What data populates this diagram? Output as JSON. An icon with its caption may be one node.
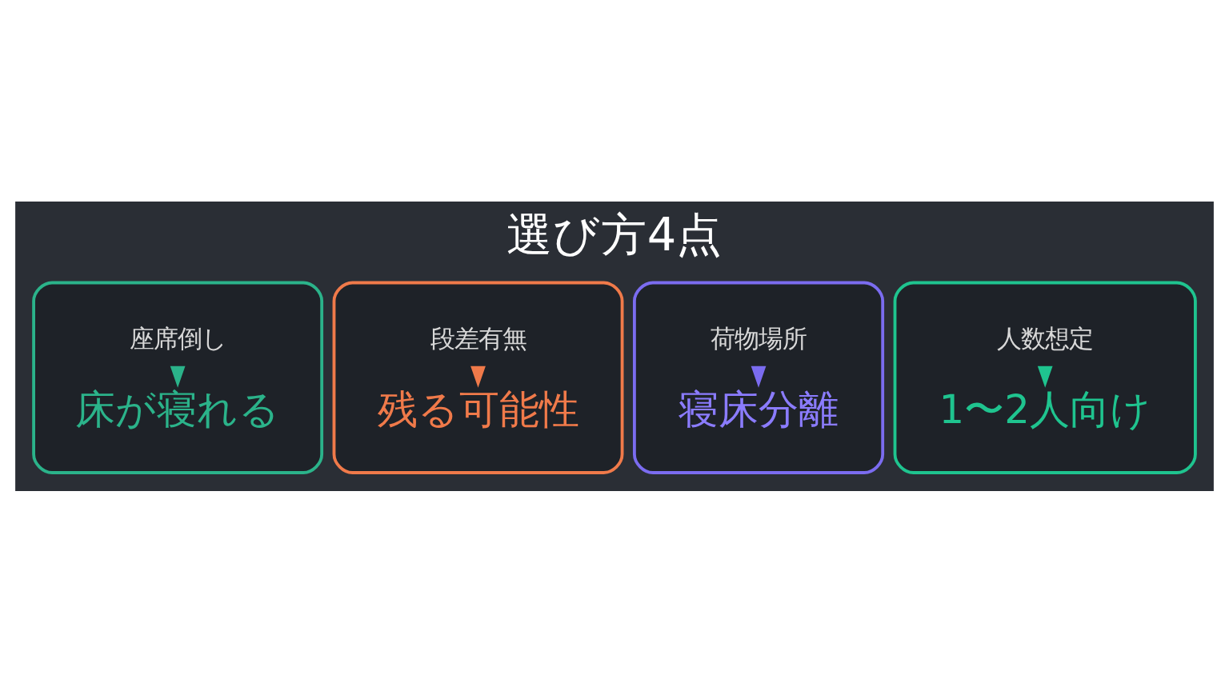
{
  "diagram": {
    "title": "選び方4点",
    "nodes": [
      {
        "text": [],
        "shape": "box"
      },
      {
        "text": [
          "座席倒し"
        ],
        "in": 0
      },
      {
        "text": [
          "床が寝れる"
        ],
        "in": 0
      },
      {
        "text": [],
        "shape": "box"
      },
      {
        "text": [
          "段差有無"
        ],
        "in": 3
      },
      {
        "text": [
          "残る可能性"
        ],
        "in": 3
      },
      {
        "text": [],
        "shape": "box"
      },
      {
        "text": [
          "荷物場所"
        ],
        "in": 6
      },
      {
        "text": [
          "寝床分離"
        ],
        "in": 6
      },
      {
        "text": [],
        "shape": "box"
      },
      {
        "text": [
          "人数想定"
        ],
        "in": 9
      },
      {
        "text": [
          "1〜2人向け"
        ],
        "in": 9
      }
    ],
    "edges": [
      {
        "from": 1,
        "to": 2,
        "arrow": "to",
        "color": "#2bb38a"
      },
      {
        "from": 4,
        "to": 5,
        "arrow": "to",
        "color": "#f07a4a"
      },
      {
        "from": 7,
        "to": 8,
        "arrow": "to",
        "color": "#7b6cf0"
      },
      {
        "from": 10,
        "to": 11,
        "arrow": "to",
        "color": "#1fc48f"
      }
    ]
  }
}
